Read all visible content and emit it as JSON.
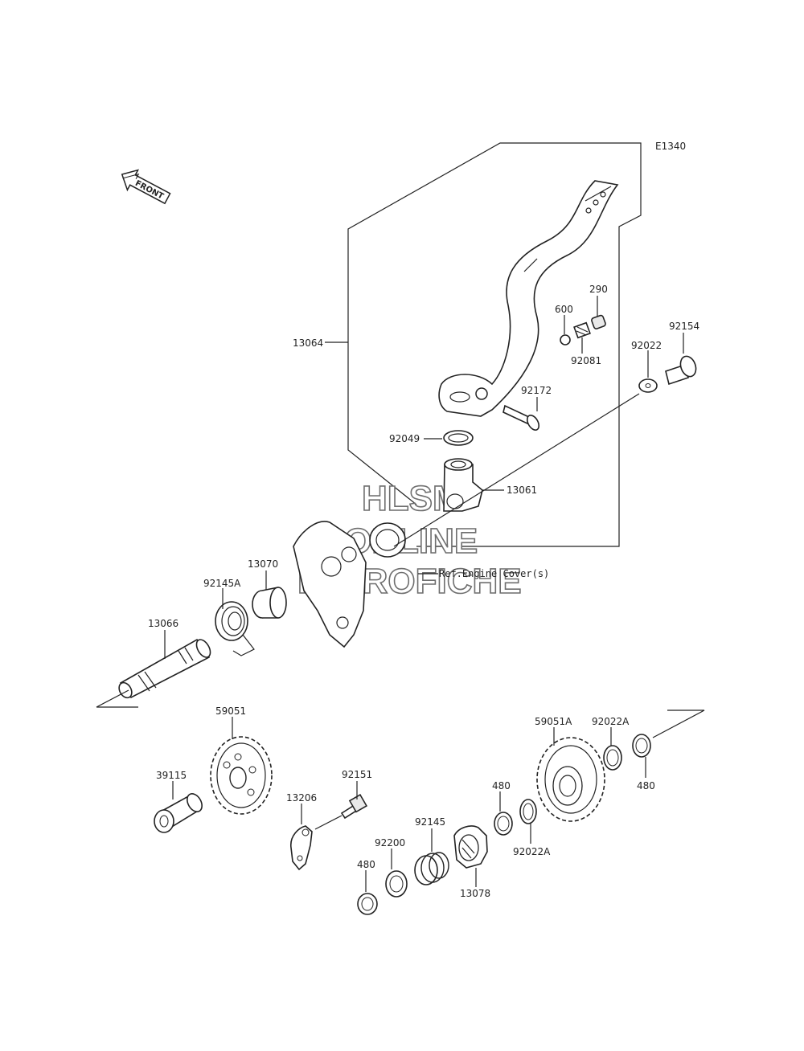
{
  "diagram_code": "E1340",
  "front_label": "FRONT",
  "reference_note": "Ref.Engine Cover(s)",
  "watermark": {
    "line1": "HLSM",
    "line2": "ONLINE",
    "line3": "MICROFICHE"
  },
  "parts": {
    "p13064": "13064",
    "p290": "290",
    "p600": "600",
    "p92081": "92081",
    "p92154": "92154",
    "p92022": "92022",
    "p92172": "92172",
    "p92049": "92049",
    "p13061": "13061",
    "p13070": "13070",
    "p92145A": "92145A",
    "p13066": "13066",
    "p59051": "59051",
    "p39115": "39115",
    "p92151": "92151",
    "p13206": "13206",
    "p92145": "92145",
    "p92200": "92200",
    "p480a": "480",
    "p480b": "480",
    "p480c": "480",
    "p13078": "13078",
    "p92022Aa": "92022A",
    "p92022Ab": "92022A",
    "p59051A": "59051A"
  }
}
